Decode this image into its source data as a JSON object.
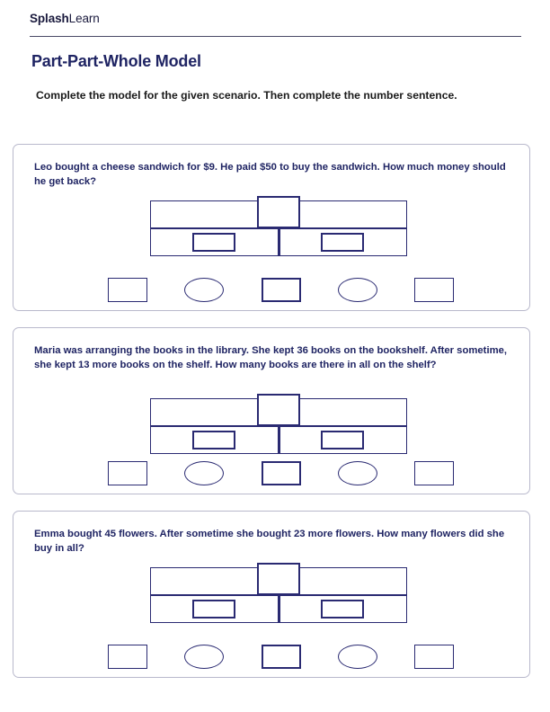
{
  "header": {
    "logo_splash": "Splash",
    "logo_learn": "Learn"
  },
  "worksheet": {
    "title": "Part-Part-Whole Model",
    "instructions": "Complete the model for the given scenario. Then complete the number sentence."
  },
  "questions": [
    {
      "text": "Leo bought a cheese sandwich for $9. He paid $50 to buy the sandwich. How much money should he get back?"
    },
    {
      "text": "Maria was arranging the books in the library. She kept 36 books on the bookshelf. After sometime, she kept 13 more books on the shelf. How many books are there in all on the shelf?"
    },
    {
      "text": "Emma bought 45 flowers. After sometime she bought 23 more flowers. How many flowers did she buy in all?"
    }
  ],
  "bar_model": {
    "whole_box_value": "",
    "part_left_box_value": "",
    "part_right_box_value": ""
  },
  "number_sentence": {
    "box1_value": "",
    "operator1_value": "",
    "box2_value": "",
    "operator2_value": "",
    "box3_value": ""
  },
  "colors": {
    "navy": "#2a2a72",
    "title_navy": "#1f2463",
    "card_border": "#b9b9cc",
    "rule": "#4a4a66"
  }
}
